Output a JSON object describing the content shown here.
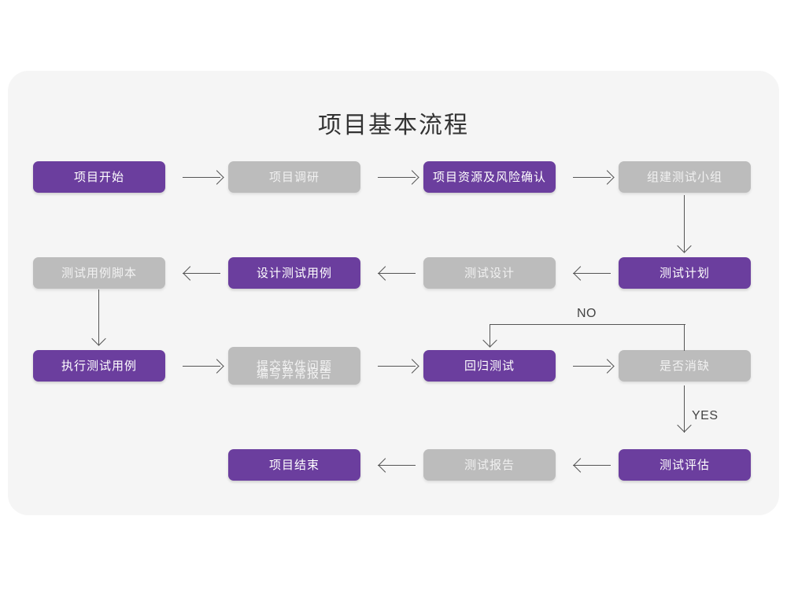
{
  "diagram": {
    "title": "项目基本流程",
    "colors": {
      "purple": "#6b3e9e",
      "gray": "#bcbcbc",
      "card_background": "#f5f5f5",
      "page_background": "#ffffff",
      "connector": "#555555",
      "title_text": "#333333"
    },
    "nodes": [
      {
        "id": "n1",
        "label": "项目开始",
        "style": "purple",
        "row": 1,
        "col": 1
      },
      {
        "id": "n2",
        "label": "项目调研",
        "style": "gray",
        "row": 1,
        "col": 2
      },
      {
        "id": "n3",
        "label": "项目资源及风险确认",
        "style": "purple",
        "row": 1,
        "col": 3
      },
      {
        "id": "n4",
        "label": "组建测试小组",
        "style": "gray",
        "row": 1,
        "col": 4
      },
      {
        "id": "n5",
        "label": "测试用例脚本",
        "style": "gray",
        "row": 2,
        "col": 1
      },
      {
        "id": "n6",
        "label": "设计测试用例",
        "style": "purple",
        "row": 2,
        "col": 2
      },
      {
        "id": "n7",
        "label": "测试设计",
        "style": "gray",
        "row": 2,
        "col": 3
      },
      {
        "id": "n8",
        "label": "测试计划",
        "style": "purple",
        "row": 2,
        "col": 4
      },
      {
        "id": "n9",
        "label": "执行测试用例",
        "style": "purple",
        "row": 3,
        "col": 1
      },
      {
        "id": "n10",
        "label_line1": "提交软件问题",
        "label_line2": "编写异常报告",
        "style": "gray",
        "row": 3,
        "col": 2
      },
      {
        "id": "n11",
        "label": "回归测试",
        "style": "purple",
        "row": 3,
        "col": 3
      },
      {
        "id": "n12",
        "label": "是否消缺",
        "style": "gray",
        "row": 3,
        "col": 4
      },
      {
        "id": "n13",
        "label": "项目结束",
        "style": "purple",
        "row": 4,
        "col": 2
      },
      {
        "id": "n14",
        "label": "测试报告",
        "style": "gray",
        "row": 4,
        "col": 3
      },
      {
        "id": "n15",
        "label": "测试评估",
        "style": "purple",
        "row": 4,
        "col": 4
      }
    ],
    "edge_labels": {
      "no": "NO",
      "yes": "YES"
    },
    "edges": [
      {
        "from": "n1",
        "to": "n2",
        "direction": "right"
      },
      {
        "from": "n2",
        "to": "n3",
        "direction": "right"
      },
      {
        "from": "n3",
        "to": "n4",
        "direction": "right"
      },
      {
        "from": "n4",
        "to": "n8",
        "direction": "down"
      },
      {
        "from": "n8",
        "to": "n7",
        "direction": "left"
      },
      {
        "from": "n7",
        "to": "n6",
        "direction": "left"
      },
      {
        "from": "n6",
        "to": "n5",
        "direction": "left"
      },
      {
        "from": "n5",
        "to": "n9",
        "direction": "down"
      },
      {
        "from": "n9",
        "to": "n10",
        "direction": "right"
      },
      {
        "from": "n10",
        "to": "n11",
        "direction": "right"
      },
      {
        "from": "n11",
        "to": "n12",
        "direction": "right"
      },
      {
        "from": "n12",
        "to": "n11",
        "direction": "loop-up-left",
        "label": "NO"
      },
      {
        "from": "n12",
        "to": "n15",
        "direction": "down",
        "label": "YES"
      },
      {
        "from": "n15",
        "to": "n14",
        "direction": "left"
      },
      {
        "from": "n14",
        "to": "n13",
        "direction": "left"
      }
    ]
  }
}
